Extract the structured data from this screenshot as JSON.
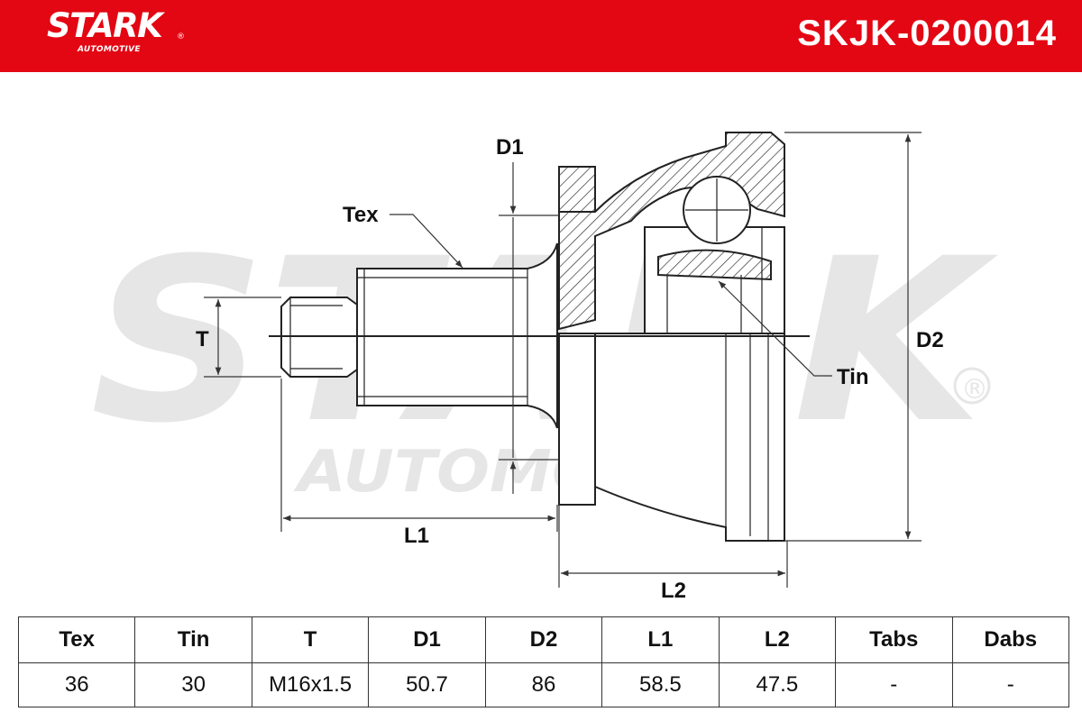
{
  "header": {
    "brand_name": "STARK",
    "brand_registered": "®",
    "brand_tagline": "AUTOMOTIVE",
    "part_number": "SKJK-0200014",
    "color": "#e30613"
  },
  "watermark": {
    "line1": "STARK",
    "line2": "AUTOMOTIVE",
    "registered": "®",
    "color": "#e6e6e6"
  },
  "diagram": {
    "labels": {
      "tex": "Tex",
      "tin": "Tin",
      "t": "T",
      "d1": "D1",
      "d2": "D2",
      "l1": "L1",
      "l2": "L2"
    }
  },
  "spec_table": {
    "headers": [
      "Tex",
      "Tin",
      "T",
      "D1",
      "D2",
      "L1",
      "L2",
      "Tabs",
      "Dabs"
    ],
    "values": [
      "36",
      "30",
      "M16x1.5",
      "50.7",
      "86",
      "58.5",
      "47.5",
      "-",
      "-"
    ]
  }
}
